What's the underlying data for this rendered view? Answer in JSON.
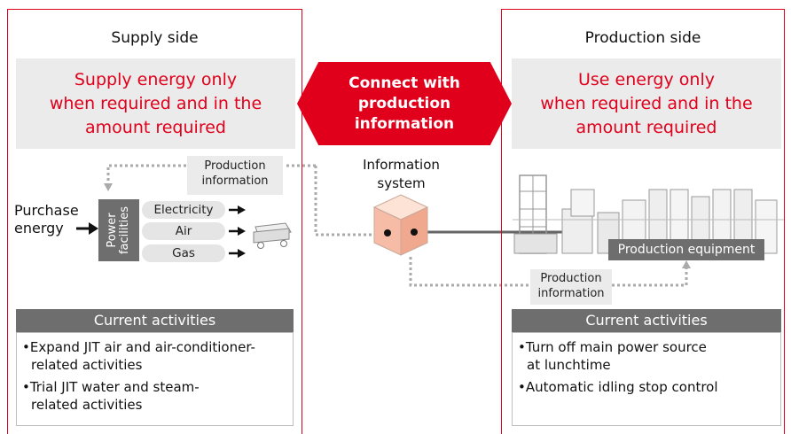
{
  "supply": {
    "title": "Supply side",
    "goal": "Supply energy only\nwhen required and in the\namount required",
    "production_info_label": "Production\ninformation",
    "purchase_label": "Purchase\nenergy",
    "power_facilities_label": "Power\nfacilities",
    "outputs": [
      "Electricity",
      "Air",
      "Gas"
    ],
    "activities_heading": "Current activities",
    "activities": [
      "•Expand JIT air and air-conditioner-\nrelated activities",
      "•Trial JIT water and steam-\nrelated activities"
    ]
  },
  "center": {
    "connect_text": "Connect with\nproduction\ninformation",
    "info_system_label": "Information\nsystem"
  },
  "production": {
    "title": "Production side",
    "goal": "Use energy only\nwhen required and in the\namount required",
    "equipment_label": "Production equipment",
    "production_info_label": "Production\ninformation",
    "activities_heading": "Current activities",
    "activities": [
      "•Turn off main power source\nat lunchtime",
      "•Automatic idling stop control"
    ]
  },
  "colors": {
    "accent": "#e0001b",
    "panel_gray": "#ebebeb",
    "dark_gray": "#6e6e6e"
  }
}
